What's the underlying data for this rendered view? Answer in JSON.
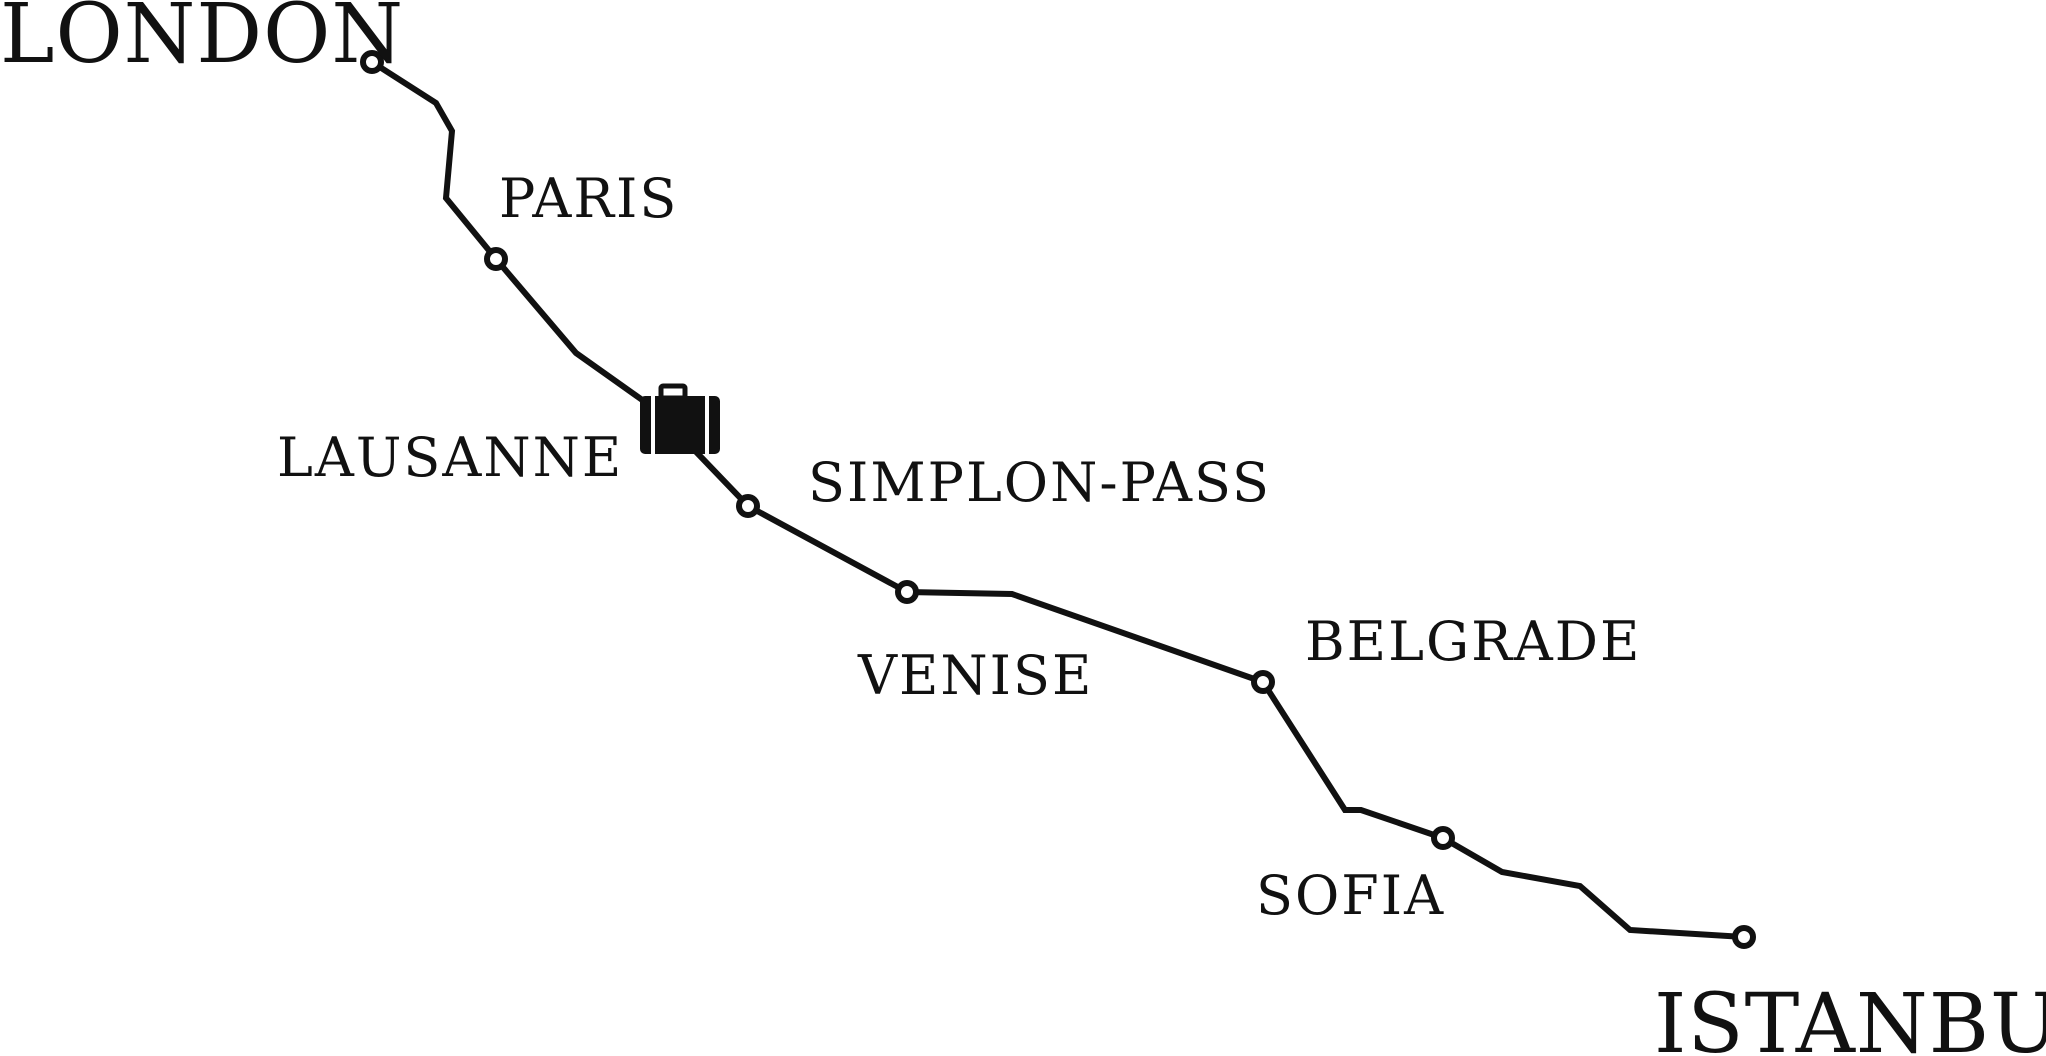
{
  "map": {
    "colors": {
      "line": "#111111",
      "background": "#ffffff",
      "station_fill": "#ffffff"
    },
    "cities": {
      "london": "LONDON",
      "paris": "PARIS",
      "lausanne": "LAUSANNE",
      "simplon_pass": "SIMPLON-PASS",
      "venise": "VENISE",
      "belgrade": "BELGRADE",
      "sofia": "SOFIA",
      "istanbul": "ISTANBUL"
    },
    "marker_icon": "suitcase-icon"
  }
}
